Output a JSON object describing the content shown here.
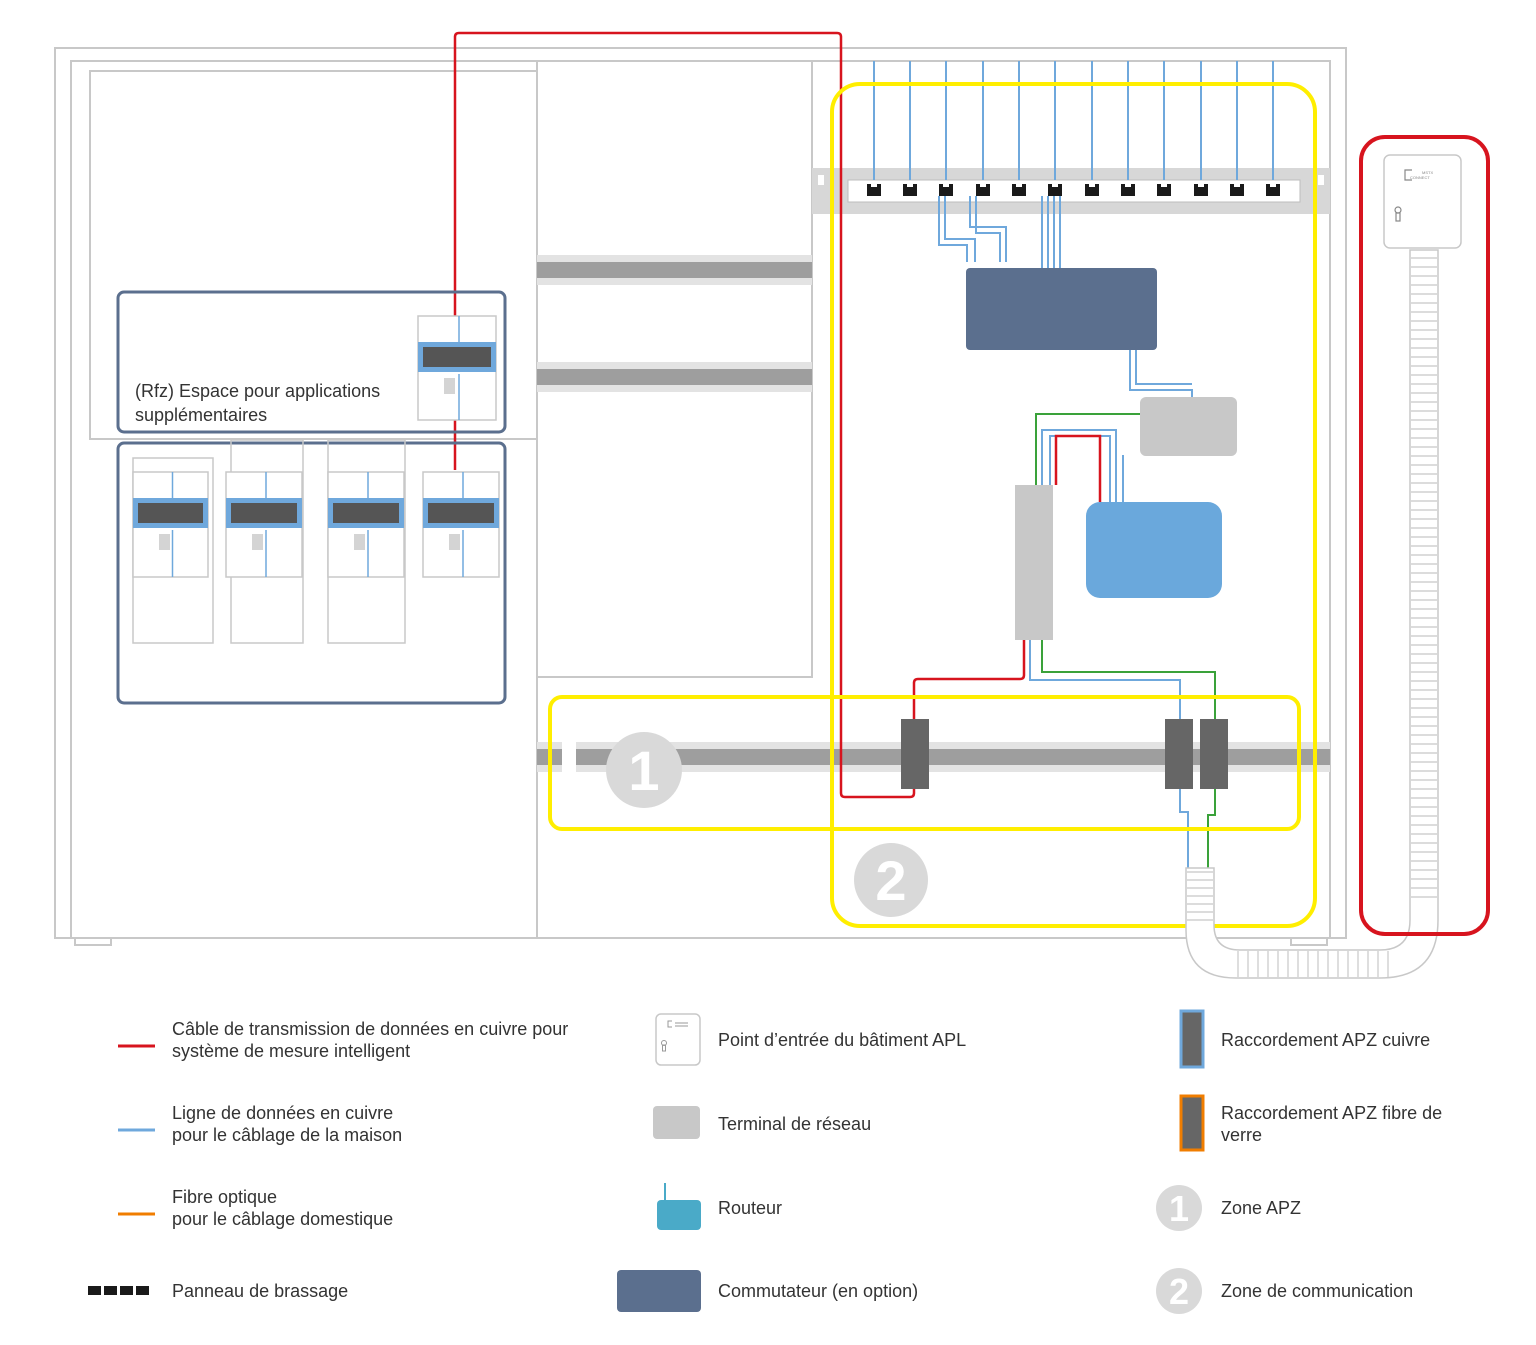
{
  "cabinet": {
    "rfz_label_line1": "(Rfz) Espace pour applications",
    "rfz_label_line2": "supplémentaires",
    "zone_apz_number": "1",
    "zone_comm_number": "2"
  },
  "apl_box": {
    "logo_line1": "MSTX",
    "logo_line2": "CONNECT"
  },
  "legend": {
    "red_cable_line1": "Câble de transmission de données en cuivre pour",
    "red_cable_line2": "système de mesure intelligent",
    "blue_cable_line1": "Ligne de données en cuivre",
    "blue_cable_line2": "pour le câblage de la maison",
    "fiber_line1": "Fibre optique",
    "fiber_line2": "pour le câblage domestique",
    "patch_panel": "Panneau de brassage",
    "apl": "Point d’entrée du bâtiment APL",
    "network_terminal": "Terminal de réseau",
    "router": "Routeur",
    "switch": "Commutateur (en option)",
    "apz_copper": "Raccordement APZ cuivre",
    "apz_fiber_line1": "Raccordement APZ fibre de",
    "apz_fiber_line2": "verre",
    "zone_apz": "Zone APZ",
    "zone_comm": "Zone de communication",
    "zone1_number": "1",
    "zone2_number": "2"
  },
  "colors": {
    "red_cable": "#d7141e",
    "blue_cable": "#6fa8dc",
    "green_cable": "#3aa23a",
    "fiber_orange": "#f07d00",
    "yellow_zone": "#ffee00",
    "switch": "#5b6f8e",
    "router": "#6aa8dc",
    "router_legend": "#4aaac8",
    "terminal": "#c8c8c8",
    "connector": "#666666",
    "frame": "#cccccc",
    "zone_badge": "#d9d9d9",
    "meter_frame": "#5b6f8e"
  }
}
